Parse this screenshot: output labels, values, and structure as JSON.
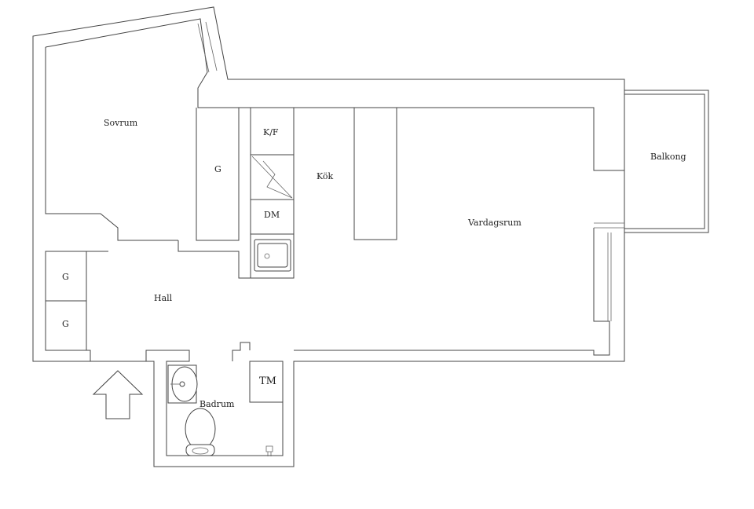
{
  "rooms": {
    "sovrum": "Sovrum",
    "vardagsrum": "Vardagsrum",
    "kok": "Kök",
    "hall": "Hall",
    "badrum": "Badrum",
    "balkong": "Balkong"
  },
  "fixtures": {
    "kf": "K/F",
    "dm": "DM",
    "tm": "TM",
    "garderob": "G"
  }
}
